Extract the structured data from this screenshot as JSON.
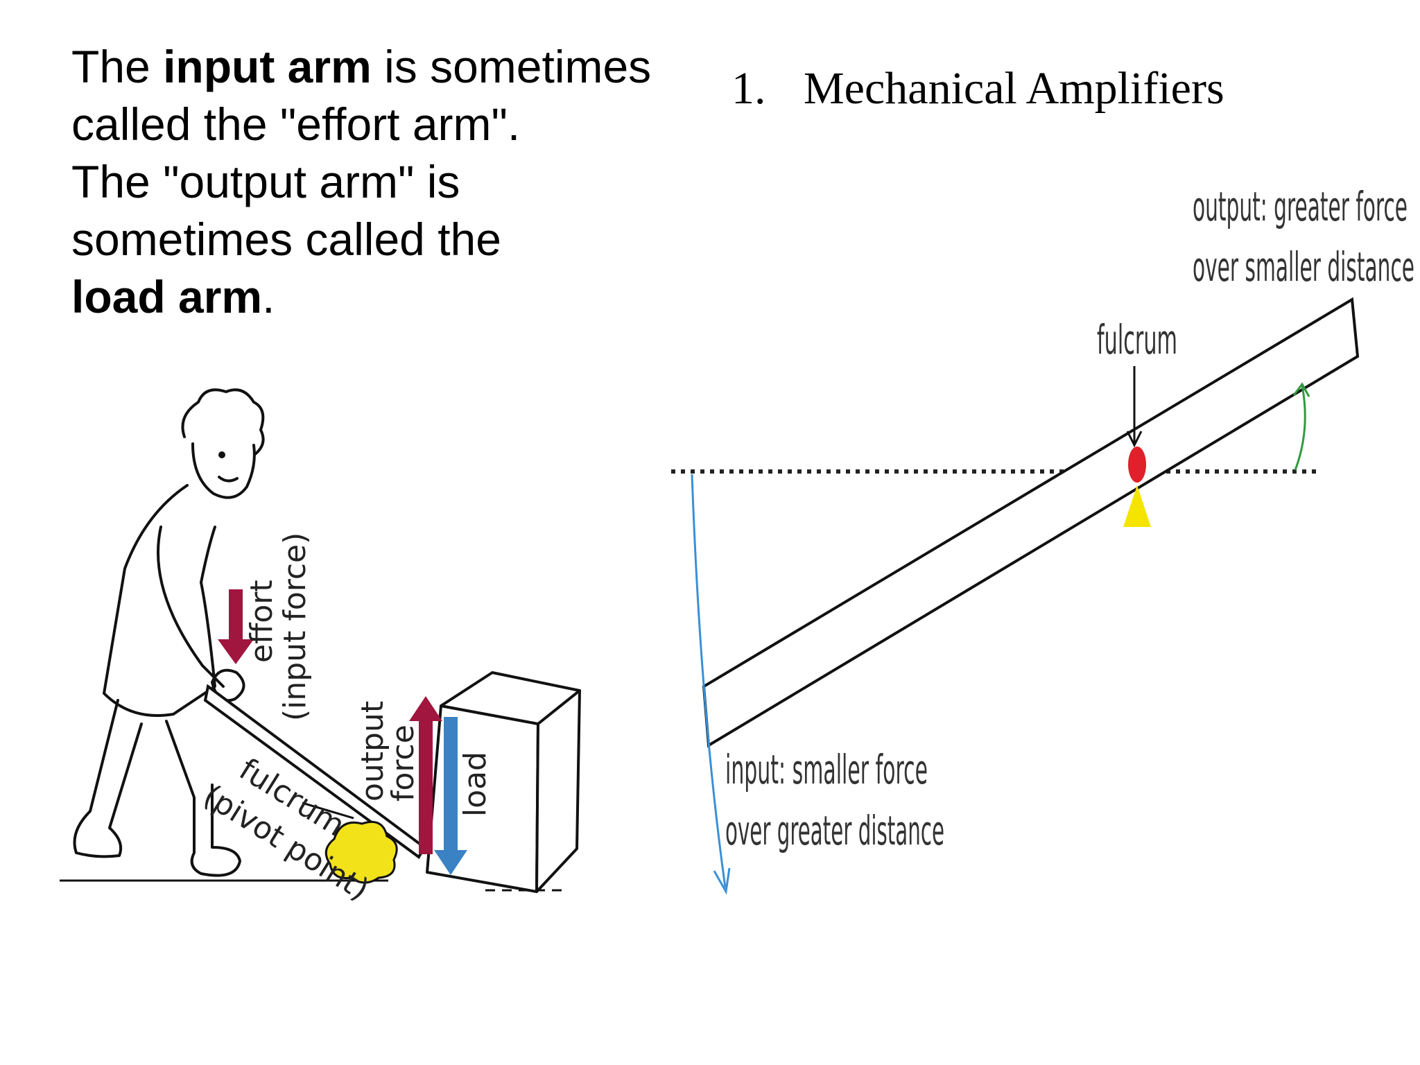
{
  "left_text": {
    "l1_pre": "The ",
    "l1_bold": "input arm",
    "l1_post": " is sometimes",
    "l2": "called the \"effort arm\".",
    "l3": "The \"output arm\" is",
    "l4": "sometimes called the",
    "l5_bold": "load arm",
    "l5_post": "."
  },
  "title": {
    "number": "1.",
    "text": "Mechanical Amplifiers"
  },
  "lever_diagram": {
    "output_label_1": "output: greater force",
    "output_label_2": "over smaller distance",
    "fulcrum_label": "fulcrum",
    "input_label_1": "input: smaller force",
    "input_label_2": "over greater distance"
  },
  "person_diagram": {
    "effort_1": "effort",
    "effort_2": "(input force)",
    "output_1": "output",
    "output_2": "force",
    "load": "load",
    "fulcrum_1": "fulcrum",
    "fulcrum_2": "(pivot point)"
  },
  "colors": {
    "effort_arrow": "#a0163e",
    "load_arrow": "#3b82c4",
    "fulcrum_point": "#e0202a",
    "fulcrum_base": "#f5e400",
    "input_arrow": "#3a8fd6",
    "output_arrow": "#2e9a3e",
    "rock": "#f2e21a"
  }
}
